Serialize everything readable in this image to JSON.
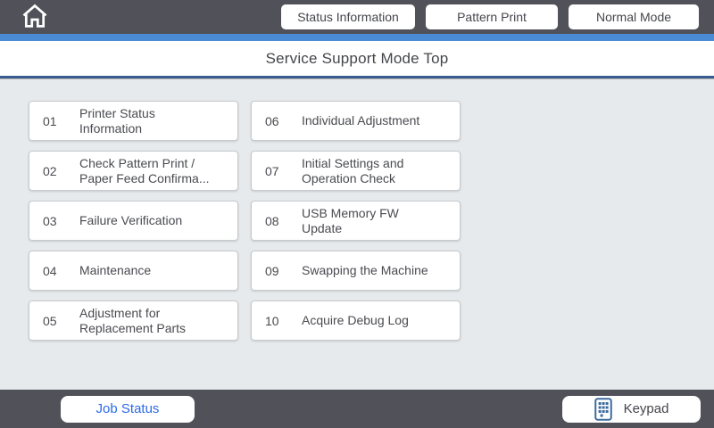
{
  "header": {
    "buttons": [
      {
        "label": "Status Information"
      },
      {
        "label": "Pattern Print"
      },
      {
        "label": "Normal Mode"
      }
    ]
  },
  "title": "Service Support Mode Top",
  "menu": {
    "items": [
      {
        "number": "01",
        "label": "Printer Status\nInformation"
      },
      {
        "number": "02",
        "label": "Check Pattern Print /\nPaper Feed Confirma..."
      },
      {
        "number": "03",
        "label": "Failure Verification"
      },
      {
        "number": "04",
        "label": "Maintenance"
      },
      {
        "number": "05",
        "label": "Adjustment for\nReplacement Parts"
      },
      {
        "number": "06",
        "label": "Individual Adjustment"
      },
      {
        "number": "07",
        "label": "Initial Settings and\nOperation Check"
      },
      {
        "number": "08",
        "label": "USB Memory FW\nUpdate"
      },
      {
        "number": "09",
        "label": "Swapping the Machine"
      },
      {
        "number": "10",
        "label": "Acquire Debug Log"
      }
    ]
  },
  "footer": {
    "job_status_label": "Job Status",
    "keypad_label": "Keypad"
  },
  "icons": {
    "home": "home-icon",
    "keypad": "keypad-icon"
  },
  "colors": {
    "topbar_bg": "#505159",
    "accent_blue": "#4b8bd4",
    "navy_line": "#3a5b8f",
    "content_bg": "#e7eaec",
    "button_border": "#c6cacd",
    "text_dark": "#45464c",
    "text_label": "#4a4b50",
    "job_status_blue": "#2d6be4",
    "keypad_icon_blue": "#3d6b9e"
  }
}
